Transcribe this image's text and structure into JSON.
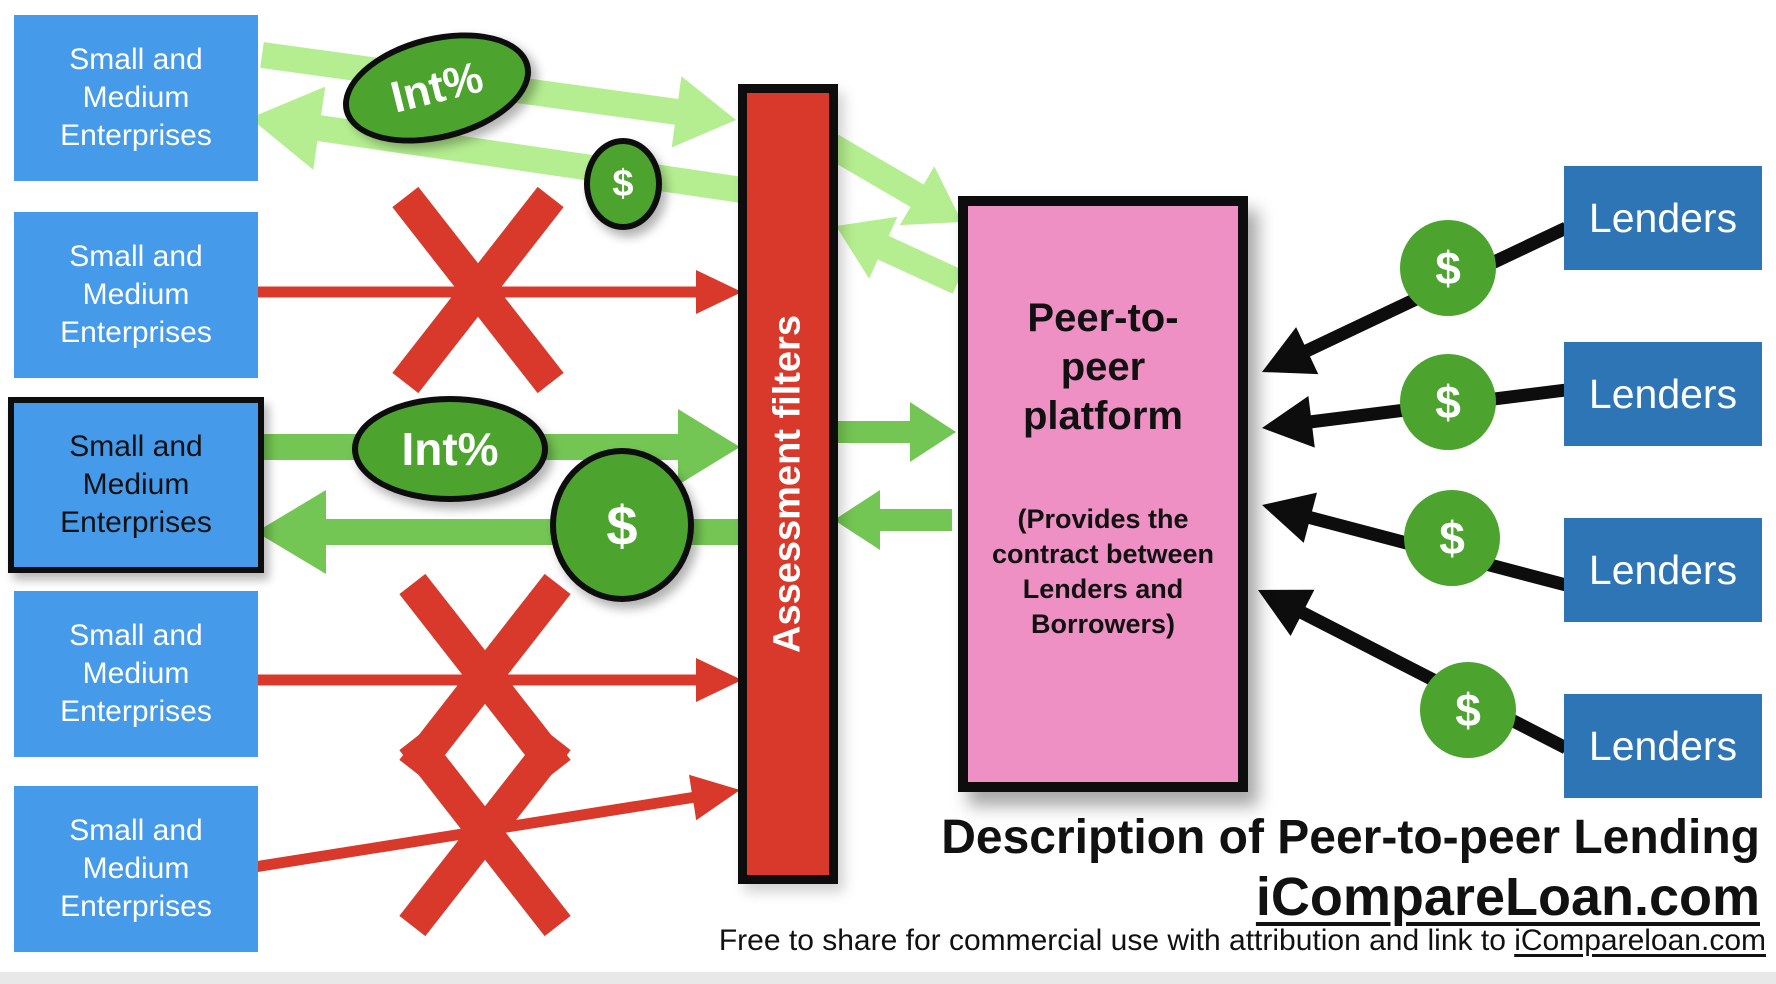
{
  "colors": {
    "background": "#ffffff",
    "sme_blue": "#459ae9",
    "lenders_blue": "#2e75b6",
    "platform_pink": "#ee90c3",
    "filter_red": "#d8392b",
    "arrow_red": "#d8392b",
    "pale_green": "#b5ee90",
    "mid_green": "#74c654",
    "badge_green": "#4ca42f",
    "black": "#0d0d0d",
    "footer_strip": "#e8e8e8"
  },
  "sme_boxes": [
    {
      "label": "Small and Medium Enterprises"
    },
    {
      "label": "Small and Medium Enterprises"
    },
    {
      "label": "Small and Medium Enterprises"
    },
    {
      "label": "Small and Medium Enterprises"
    },
    {
      "label": "Small and Medium Enterprises"
    }
  ],
  "filter_bar": {
    "label": "Assessment filters"
  },
  "platform": {
    "title": "Peer-to-peer platform",
    "subtitle": "(Provides the contract between Lenders and Borrowers)"
  },
  "lenders_boxes": [
    {
      "label": "Lenders"
    },
    {
      "label": "Lenders"
    },
    {
      "label": "Lenders"
    },
    {
      "label": "Lenders"
    }
  ],
  "badges": {
    "interest": "Int%",
    "money": "$"
  },
  "caption": {
    "title": "Description of Peer-to-peer Lending",
    "site": "iCompareLoan.com"
  },
  "footer": {
    "license_prefix": "Free to share for commercial use with attribution and link to ",
    "license_link": "iCompareloan.com"
  }
}
